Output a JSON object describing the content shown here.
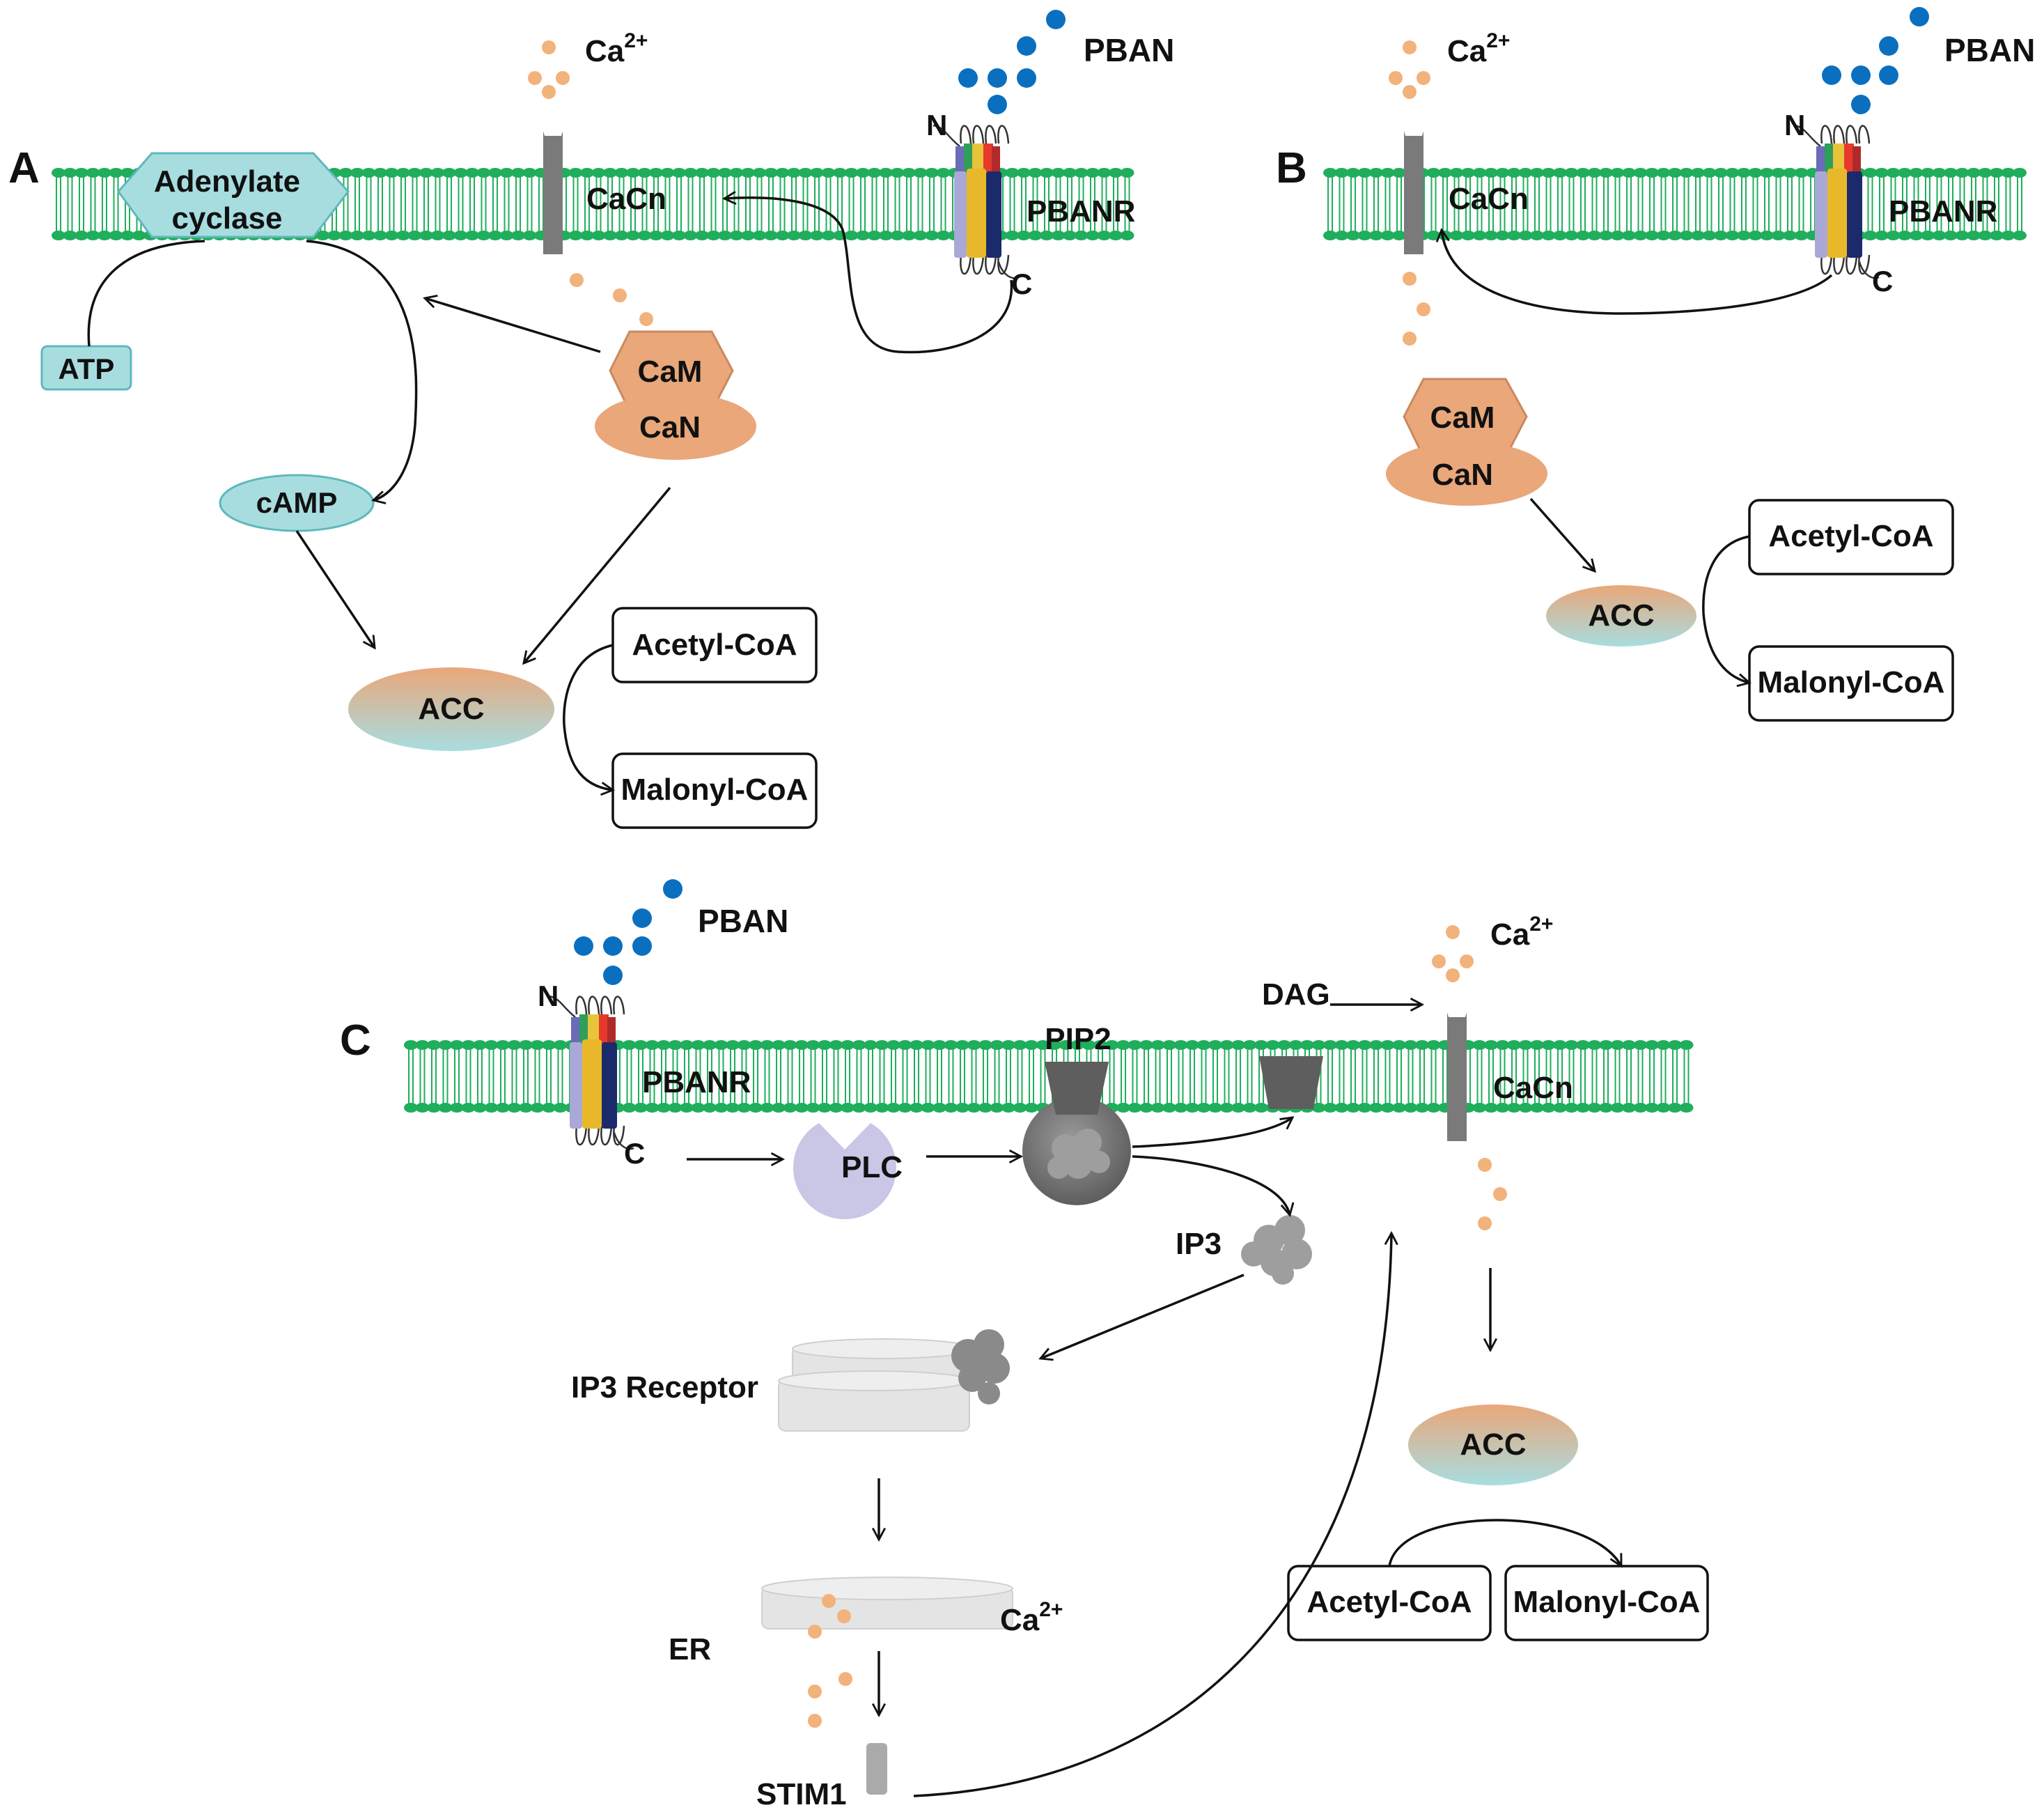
{
  "panels": {
    "a": {
      "label": "A",
      "ca": "Ca",
      "ca_sup": "2+",
      "pban": "PBAN",
      "n_term": "N",
      "c_term": "C",
      "receptor": "PBANR",
      "channel": "CaCn",
      "enzyme_line1": "Adenylate",
      "enzyme_line2": "cyclase",
      "atp": "ATP",
      "camp": "cAMP",
      "cam": "CaM",
      "can": "CaN",
      "acc": "ACC",
      "acetyl": "Acetyl-CoA",
      "malonyl": "Malonyl-CoA"
    },
    "b": {
      "label": "B",
      "ca": "Ca",
      "ca_sup": "2+",
      "pban": "PBAN",
      "n_term": "N",
      "c_term": "C",
      "receptor": "PBANR",
      "channel": "CaCn",
      "cam": "CaM",
      "can": "CaN",
      "acc": "ACC",
      "acetyl": "Acetyl-CoA",
      "malonyl": "Malonyl-CoA"
    },
    "c": {
      "label": "C",
      "pban": "PBAN",
      "n_term": "N",
      "c_term": "C",
      "receptor": "PBANR",
      "plc": "PLC",
      "pip2": "PIP2",
      "dag": "DAG",
      "ip3": "IP3",
      "ip3_receptor": "IP3  Receptor",
      "er": "ER",
      "er_ca": "Ca",
      "er_ca_sup": "2+",
      "stim1": "STIM1",
      "ca": "Ca",
      "ca_sup": "2+",
      "channel": "CaCn",
      "acc": "ACC",
      "acetyl": "Acetyl-CoA",
      "malonyl": "Malonyl-CoA"
    }
  },
  "colors": {
    "membrane": "#1fae5b",
    "calcium": "#f2b27b",
    "pban": "#0b6fbf",
    "enzyme": "#e9a77a",
    "cyan": "#a8dde0",
    "channel": "#7a7a7a",
    "plc": "#c9c6e6"
  }
}
